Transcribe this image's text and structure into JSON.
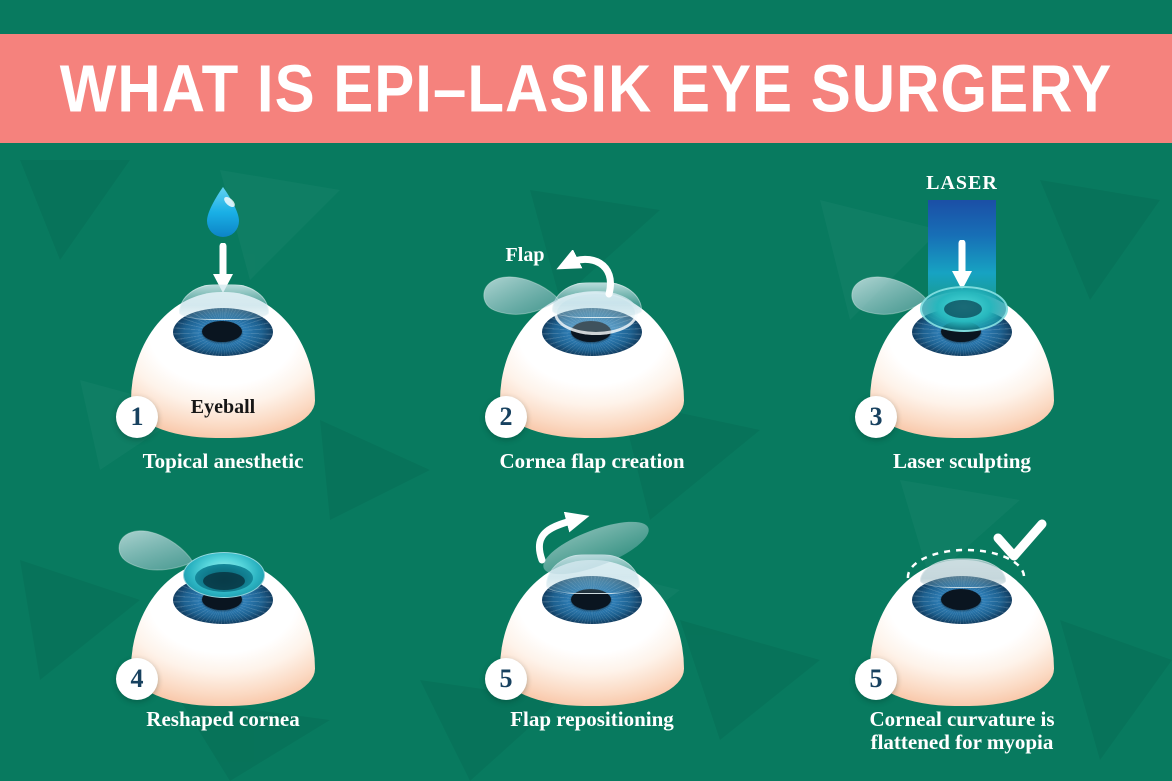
{
  "header": {
    "title": "WHAT IS EPI–LASIK EYE SURGERY"
  },
  "panels": [
    {
      "number": "1",
      "caption": "Topical anesthetic",
      "eyeball_label": "Eyeball"
    },
    {
      "number": "2",
      "caption": "Cornea flap creation",
      "flap_label": "Flap"
    },
    {
      "number": "3",
      "caption": "Laser sculpting",
      "laser_label": "LASER"
    },
    {
      "number": "4",
      "caption": "Reshaped cornea"
    },
    {
      "number": "5",
      "caption": "Flap repositioning"
    },
    {
      "number": "5",
      "caption": "Corneal curvature is",
      "caption_line2": "flattened for myopia"
    }
  ],
  "colors": {
    "background_green": "#087a5f",
    "banner_pink": "#f5827d",
    "title_text": "#ffffff",
    "caption_text": "#ffffff",
    "badge_number_navy": "#17415f",
    "iris_blue": "#2d7cb4",
    "droplet_blue": "#1ab0e6",
    "laser_beam_blue": "#1b4fa6",
    "laser_glow_cyan": "#27b7bd"
  }
}
